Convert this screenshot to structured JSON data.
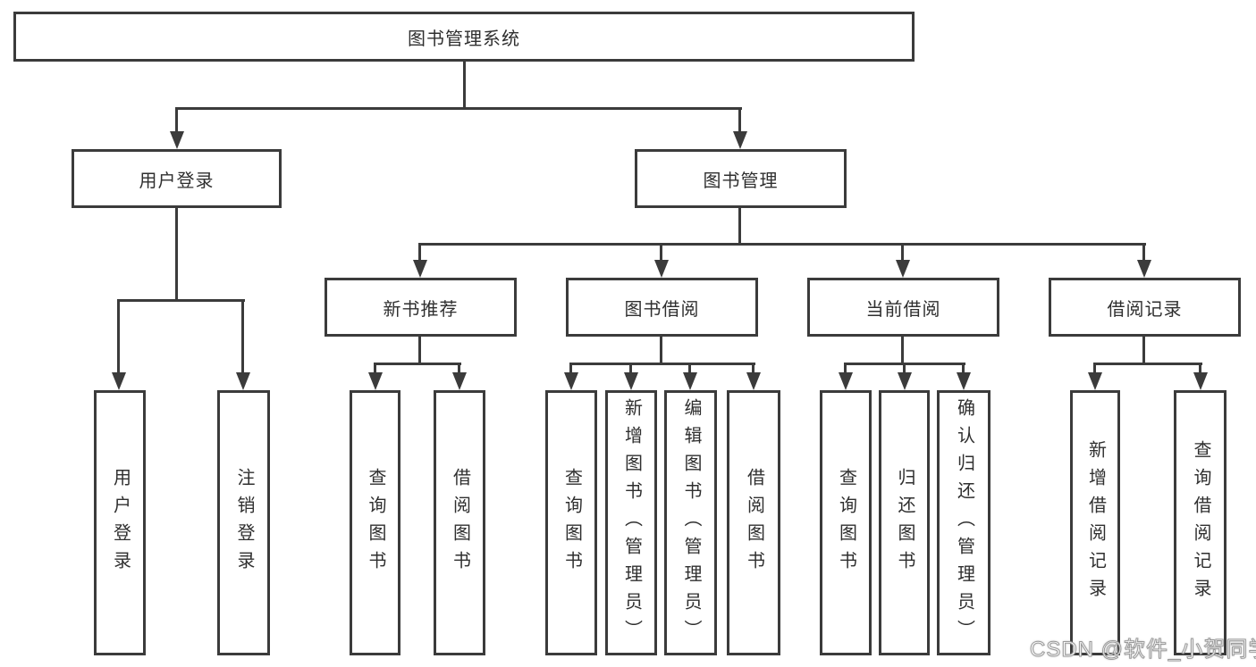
{
  "diagram": {
    "root": {
      "label": "图书管理系统"
    },
    "level2": [
      {
        "label": "用户登录"
      },
      {
        "label": "图书管理"
      }
    ],
    "level3": [
      {
        "label": "新书推荐"
      },
      {
        "label": "图书借阅"
      },
      {
        "label": "当前借阅"
      },
      {
        "label": "借阅记录"
      }
    ],
    "leaves": [
      {
        "label": "用户登录"
      },
      {
        "label": "注销登录"
      },
      {
        "label": "查询图书"
      },
      {
        "label": "借阅图书"
      },
      {
        "label": "查询图书"
      },
      {
        "label": "新增图书（管理员）"
      },
      {
        "label": "编辑图书（管理员）"
      },
      {
        "label": "借阅图书"
      },
      {
        "label": "查询图书"
      },
      {
        "label": "归还图书"
      },
      {
        "label": "确认归还（管理员）"
      },
      {
        "label": "新增借阅记录"
      },
      {
        "label": "查询借阅记录"
      }
    ],
    "watermark": "CSDN @软件_小贺同学",
    "colors": {
      "line": "#3b3b3b",
      "text": "#2f2f2f",
      "background": "#ffffff",
      "watermark": "#ffffff"
    }
  }
}
